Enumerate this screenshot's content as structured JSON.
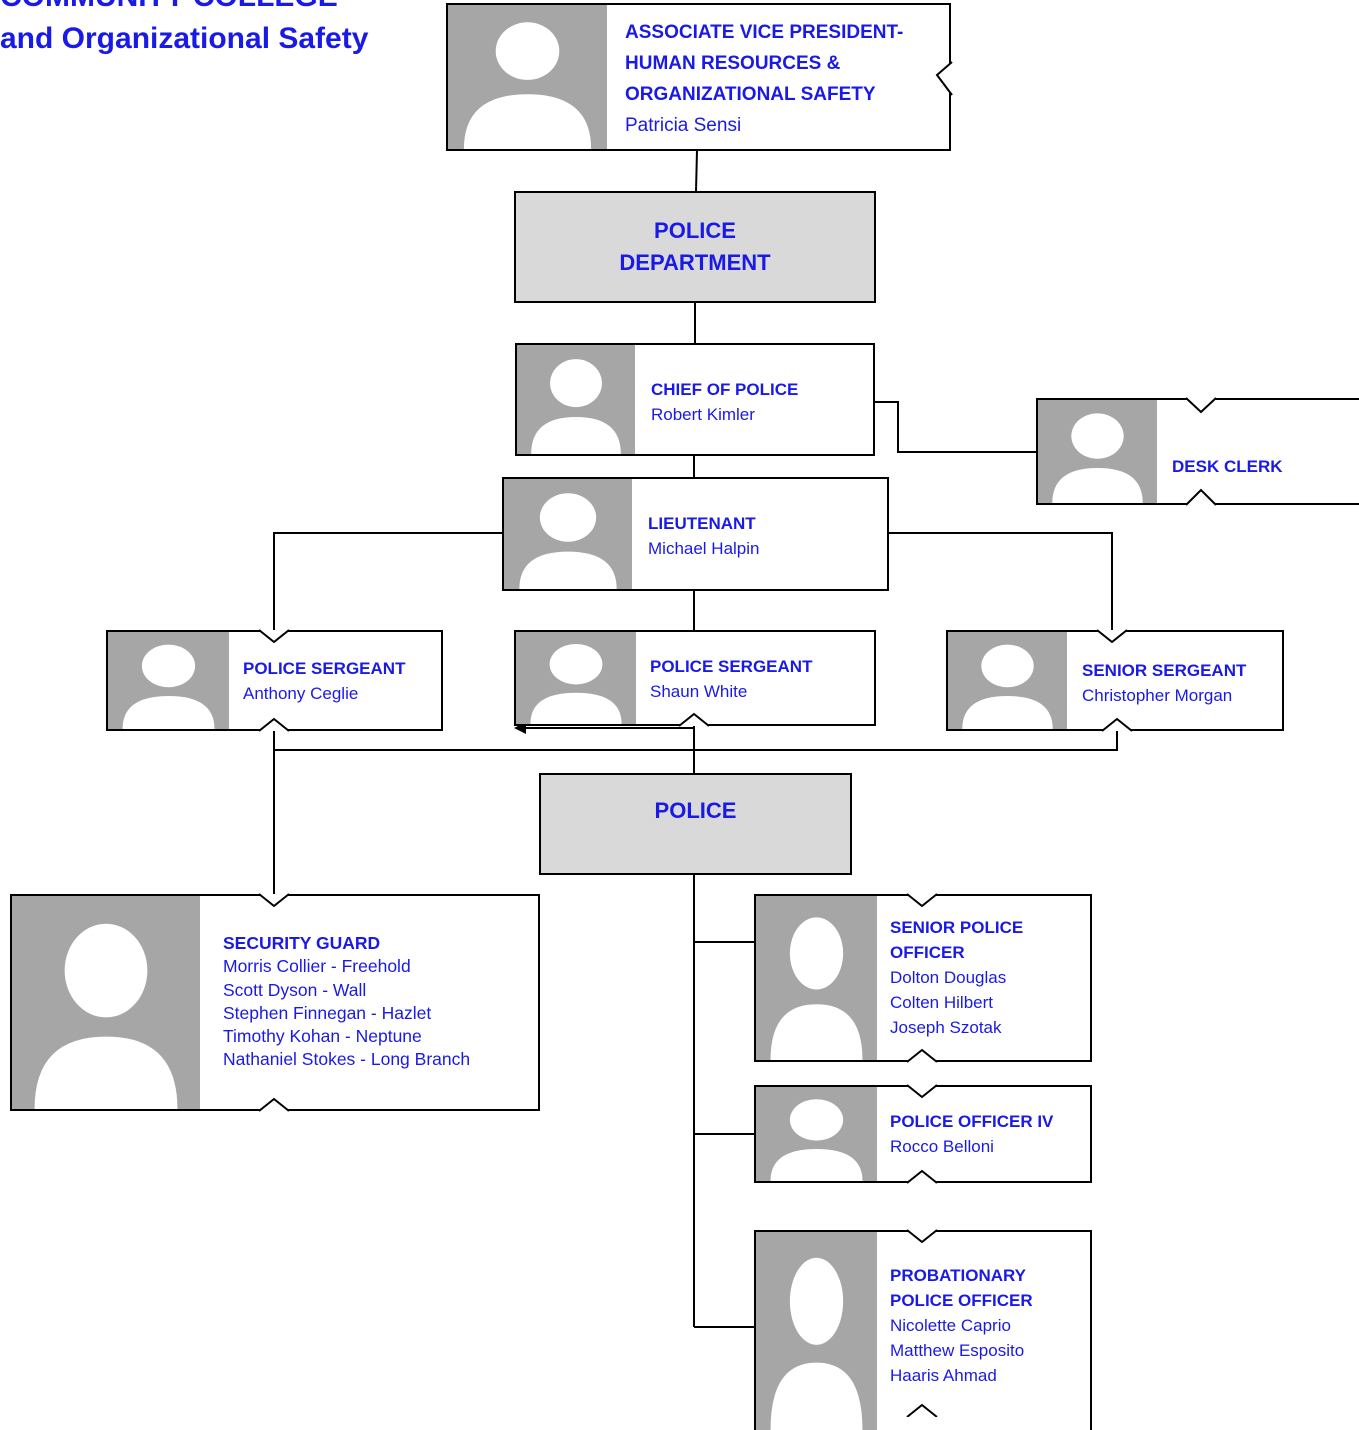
{
  "header": {
    "line1": "COMMUNITY COLLEGE",
    "line2": "and Organizational Safety"
  },
  "units": {
    "police_department": "POLICE\nDEPARTMENT",
    "police": "POLICE"
  },
  "positions": {
    "avp": {
      "title": "ASSOCIATE VICE PRESIDENT-\nHUMAN RESOURCES &\nORGANIZATIONAL SAFETY",
      "names": [
        "Patricia Sensi"
      ]
    },
    "chief": {
      "title": "CHIEF OF POLICE",
      "names": [
        "Robert Kimler"
      ]
    },
    "desk_clerk": {
      "title": "DESK CLERK",
      "names": []
    },
    "lieutenant": {
      "title": "LIEUTENANT",
      "names": [
        "Michael Halpin"
      ]
    },
    "sergeant_1": {
      "title": "POLICE SERGEANT",
      "names": [
        "Anthony Ceglie"
      ]
    },
    "sergeant_2": {
      "title": "POLICE SERGEANT",
      "names": [
        "Shaun White"
      ]
    },
    "senior_sergeant": {
      "title": "SENIOR SERGEANT",
      "names": [
        "Christopher Morgan"
      ]
    },
    "security_guard": {
      "title": "SECURITY GUARD",
      "names": [
        "Morris Collier - Freehold",
        "Scott Dyson - Wall",
        "Stephen Finnegan - Hazlet",
        "Timothy Kohan - Neptune",
        "Nathaniel Stokes - Long Branch"
      ]
    },
    "senior_police_officer": {
      "title": "SENIOR POLICE\nOFFICER",
      "names": [
        "Dolton Douglas",
        "Colten Hilbert",
        "Joseph Szotak"
      ]
    },
    "police_officer_iv": {
      "title": "POLICE OFFICER IV",
      "names": [
        "Rocco Belloni"
      ]
    },
    "probationary_officer": {
      "title": "PROBATIONARY\nPOLICE OFFICER",
      "names": [
        "Nicolette Caprio",
        "Matthew Esposito",
        "Haaris Ahmad"
      ]
    }
  },
  "colors": {
    "text": "#1a1ae6",
    "photo_bg": "#a6a6a6",
    "unit_box": "#d9d9d9"
  }
}
